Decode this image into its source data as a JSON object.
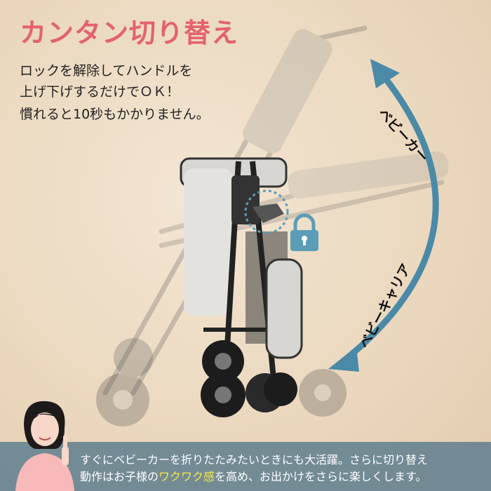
{
  "title": "カンタン切り替え",
  "description": {
    "line1": "ロックを解除してハンドルを",
    "line2": "上げ下げするだけでＯＫ！",
    "line3": "慣れると10秒もかかりません。"
  },
  "arrow_labels": {
    "top": "ベビーカー",
    "bottom": "ベビーキャリア"
  },
  "icons": [
    "lock-icon",
    "curved-double-arrow-icon"
  ],
  "colors": {
    "title": "#e2636d",
    "arrow": "#4b8aa7",
    "lock": "#5b9db6",
    "banner": "#6e8793",
    "highlight": "#f6e84a"
  },
  "bottom_text": {
    "line1": "すぐにベビーカーを折りたたみたいときにも大活躍。さらに切り替え",
    "line2_pre": "動作はお子様の",
    "line2_highlight": "ワクワク感",
    "line2_post": "を高め、お出かけをさらに楽しくします。"
  }
}
